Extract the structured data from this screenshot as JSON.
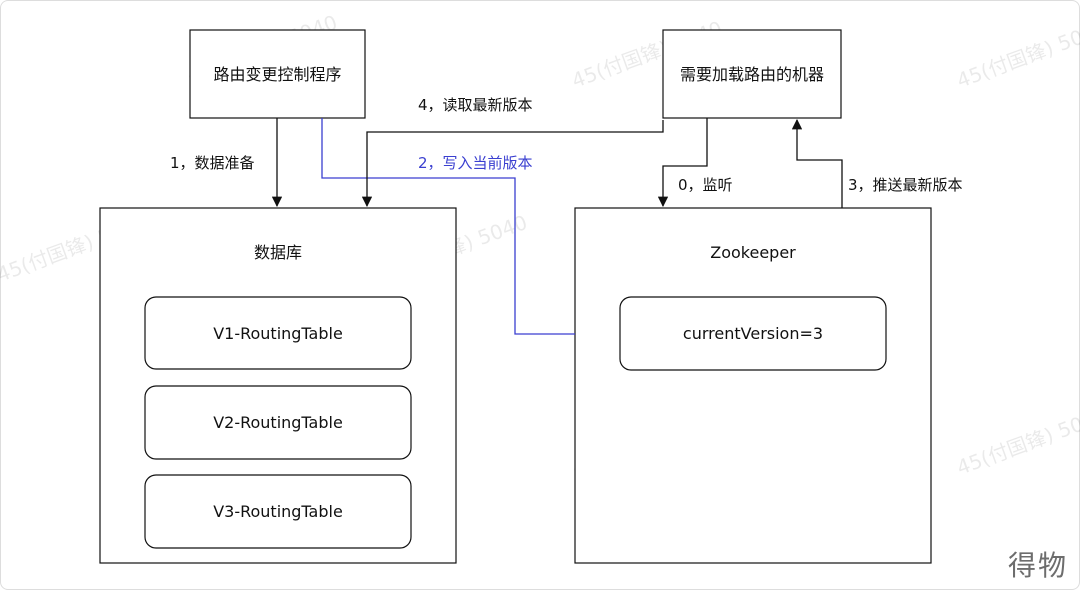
{
  "nodes": {
    "controller": "路由变更控制程序",
    "machine": "需要加载路由的机器",
    "database": "数据库",
    "zookeeper": "Zookeeper",
    "tables": [
      "V1-RoutingTable",
      "V2-RoutingTable",
      "V3-RoutingTable"
    ],
    "current_version": "currentVersion=3"
  },
  "edges": {
    "step1": "1，数据准备",
    "step2": "2，写入当前版本",
    "step3": "3，推送最新版本",
    "step4": "4，读取最新版本",
    "step0": "0，监听"
  },
  "colors": {
    "line": "#111111",
    "highlight": "#3a3fd0"
  },
  "watermark": "45(付国锋) 5040",
  "corner_logo": "得物"
}
